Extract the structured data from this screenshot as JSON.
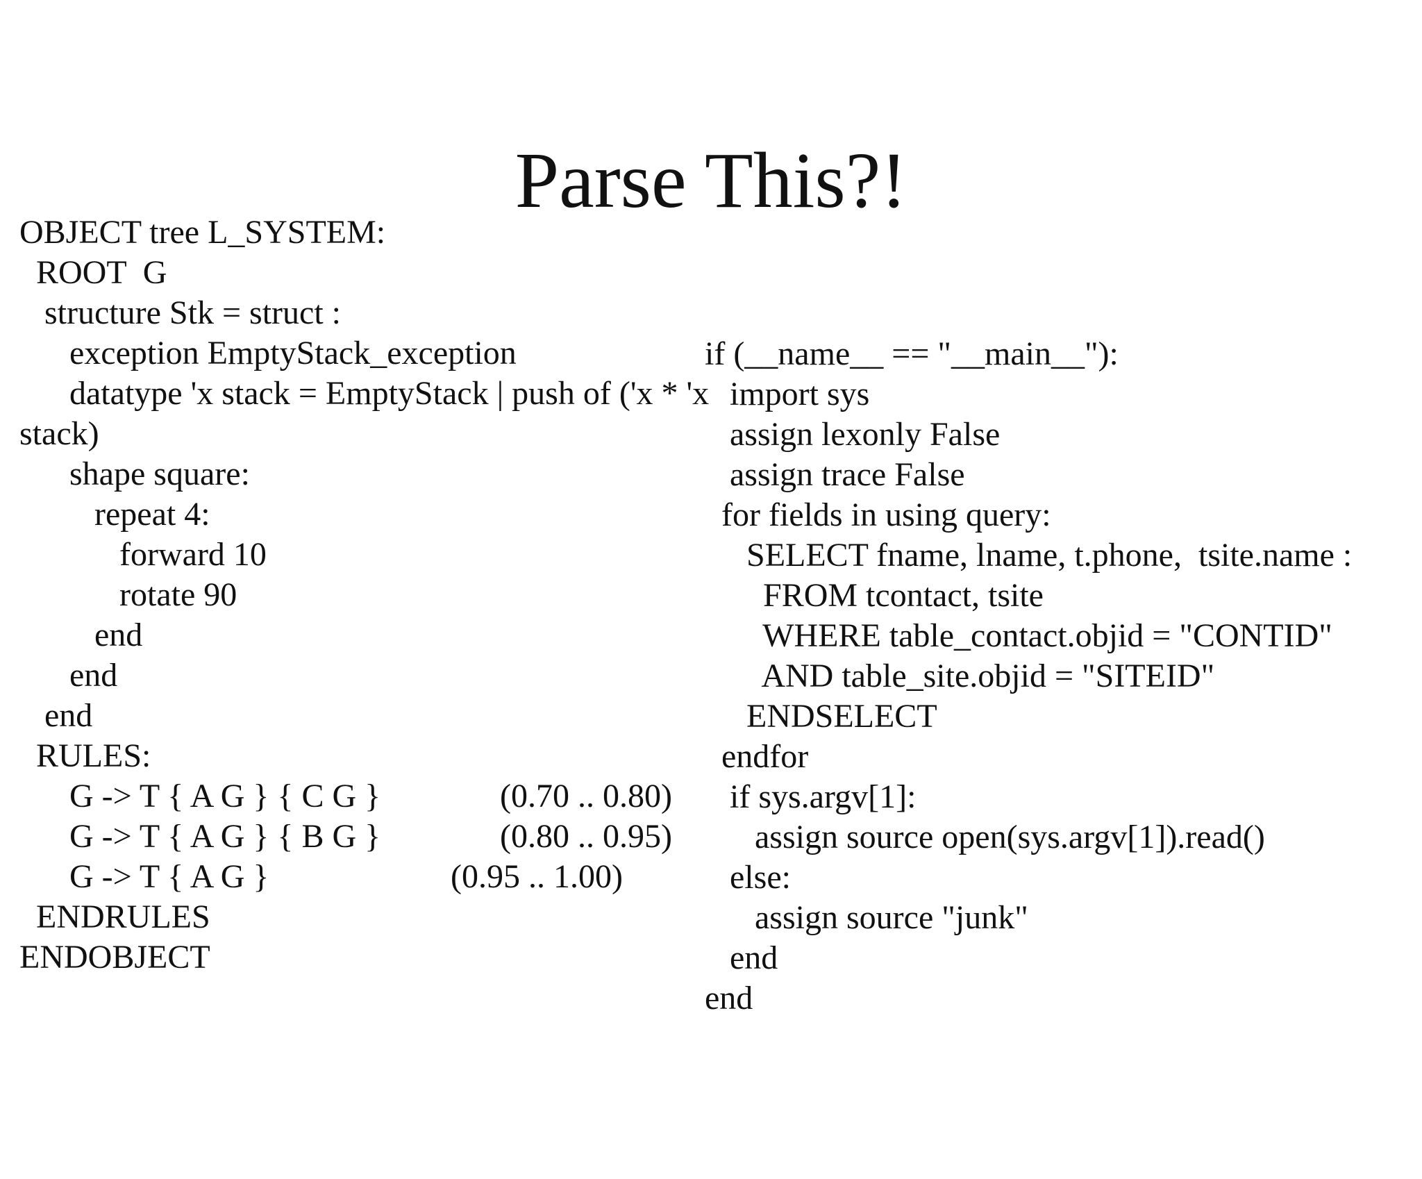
{
  "slide": {
    "title": "Parse This?!"
  },
  "left_code": {
    "lines": [
      "OBJECT tree L_SYSTEM:",
      "  ROOT  G",
      "   structure Stk = struct :",
      "      exception EmptyStack_exception",
      "      datatype 'x stack = EmptyStack | push of ('x * 'x",
      "stack)",
      "      shape square:",
      "         repeat 4:",
      "            forward 10",
      "            rotate 90",
      "         end",
      "      end",
      "   end",
      "  RULES:",
      "      G -> T { A G } { C G }",
      "      G -> T { A G } { B G }",
      "      G -> T { A G }",
      "  ENDRULES",
      "ENDOBJECT"
    ],
    "rule_ranges": [
      "(0.70 .. 0.80)",
      "(0.80 .. 0.95)",
      "(0.95 .. 1.00)"
    ]
  },
  "right_code": {
    "lines": [
      "if (__name__ == \"__main__\"):",
      "   import sys",
      "   assign lexonly False",
      "   assign trace False",
      "  for fields in using query:",
      "     SELECT fname, lname, t.phone,  tsite.name :",
      "       FROM tcontact, tsite",
      "       WHERE table_contact.objid = \"CONTID\"",
      "       AND table_site.objid = \"SITEID\"",
      "     ENDSELECT",
      "  endfor",
      "   if sys.argv[1]:",
      "      assign source open(sys.argv[1]).read()",
      "   else:",
      "      assign source \"junk\"",
      "   end",
      "end"
    ]
  }
}
